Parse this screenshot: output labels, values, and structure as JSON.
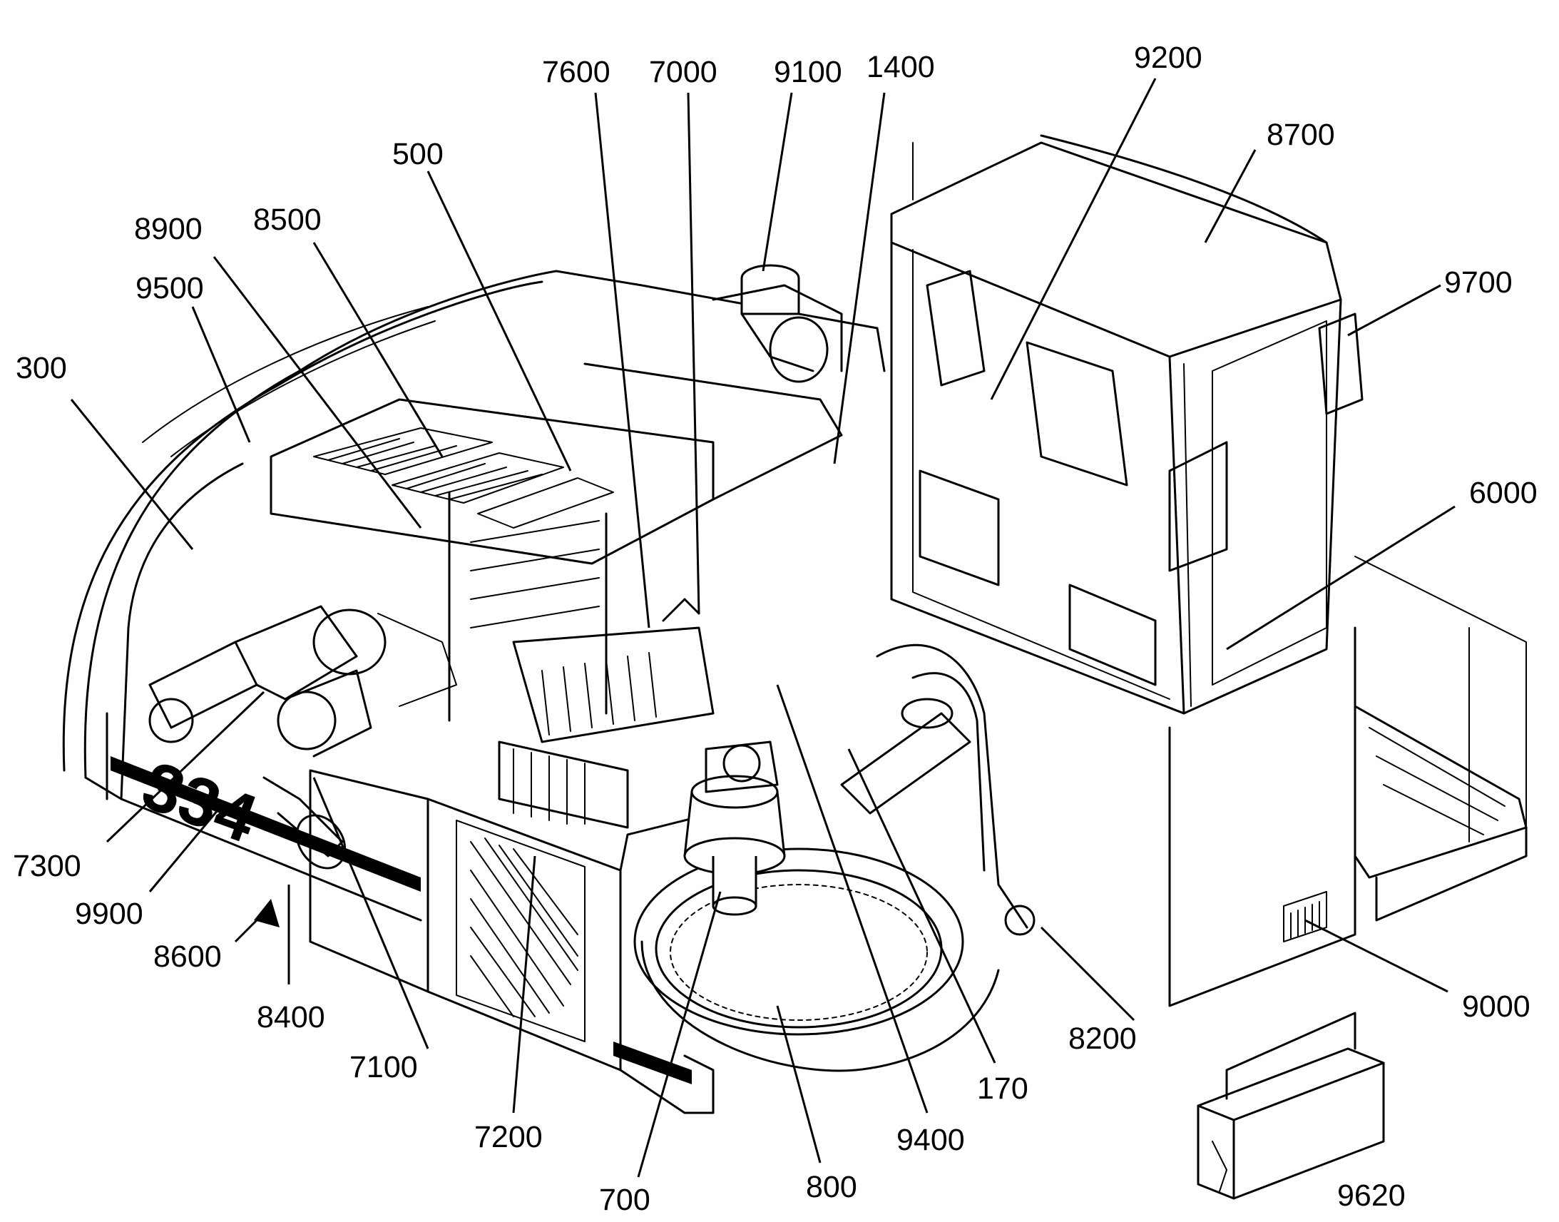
{
  "model_marking": "334",
  "labels": [
    {
      "id": "300",
      "text": "300"
    },
    {
      "id": "500",
      "text": "500"
    },
    {
      "id": "700",
      "text": "700"
    },
    {
      "id": "800",
      "text": "800"
    },
    {
      "id": "170",
      "text": "170"
    },
    {
      "id": "1400",
      "text": "1400"
    },
    {
      "id": "6000",
      "text": "6000"
    },
    {
      "id": "7000",
      "text": "7000"
    },
    {
      "id": "7100",
      "text": "7100"
    },
    {
      "id": "7200",
      "text": "7200"
    },
    {
      "id": "7300",
      "text": "7300"
    },
    {
      "id": "7600",
      "text": "7600"
    },
    {
      "id": "8200",
      "text": "8200"
    },
    {
      "id": "8400",
      "text": "8400"
    },
    {
      "id": "8500",
      "text": "8500"
    },
    {
      "id": "8600",
      "text": "8600"
    },
    {
      "id": "8700",
      "text": "8700"
    },
    {
      "id": "8900",
      "text": "8900"
    },
    {
      "id": "9000",
      "text": "9000"
    },
    {
      "id": "9100",
      "text": "9100"
    },
    {
      "id": "9200",
      "text": "9200"
    },
    {
      "id": "9400",
      "text": "9400"
    },
    {
      "id": "9500",
      "text": "9500"
    },
    {
      "id": "9620",
      "text": "9620"
    },
    {
      "id": "9700",
      "text": "9700"
    },
    {
      "id": "9900",
      "text": "9900"
    }
  ]
}
